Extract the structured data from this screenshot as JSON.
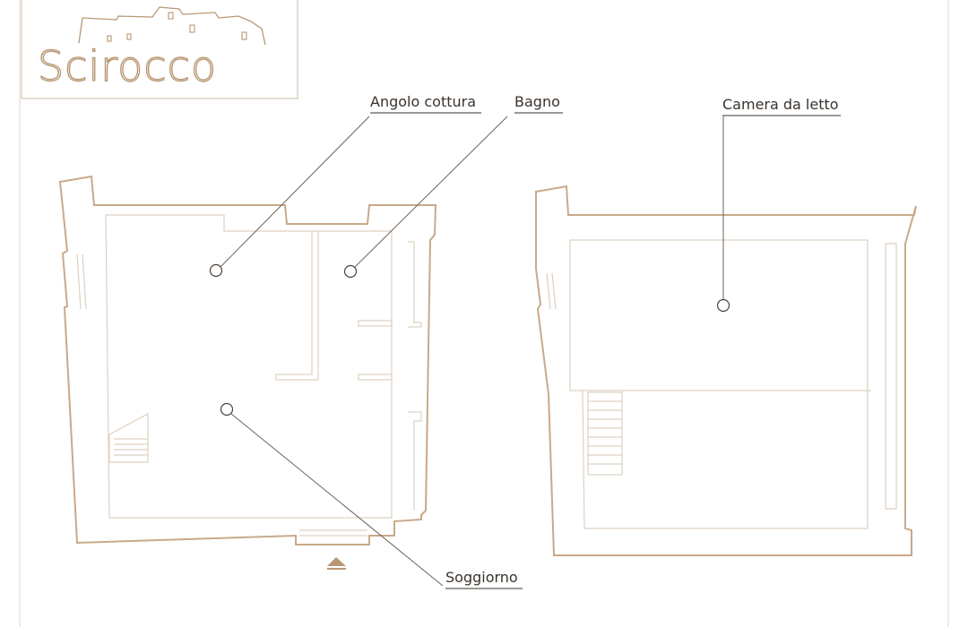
{
  "brand": {
    "name": "Scirocco"
  },
  "labels": {
    "angolo_cottura": "Angolo cottura",
    "bagno": "Bagno",
    "camera_da_letto": "Camera da letto",
    "soggiorno": "Soggiorno"
  },
  "colors": {
    "wall": "#c9a98a",
    "logo": "#b89874",
    "text": "#3a332d"
  },
  "icons": {
    "entrance": "entrance-triangle-icon",
    "logo": "castle-skyline-logo"
  }
}
